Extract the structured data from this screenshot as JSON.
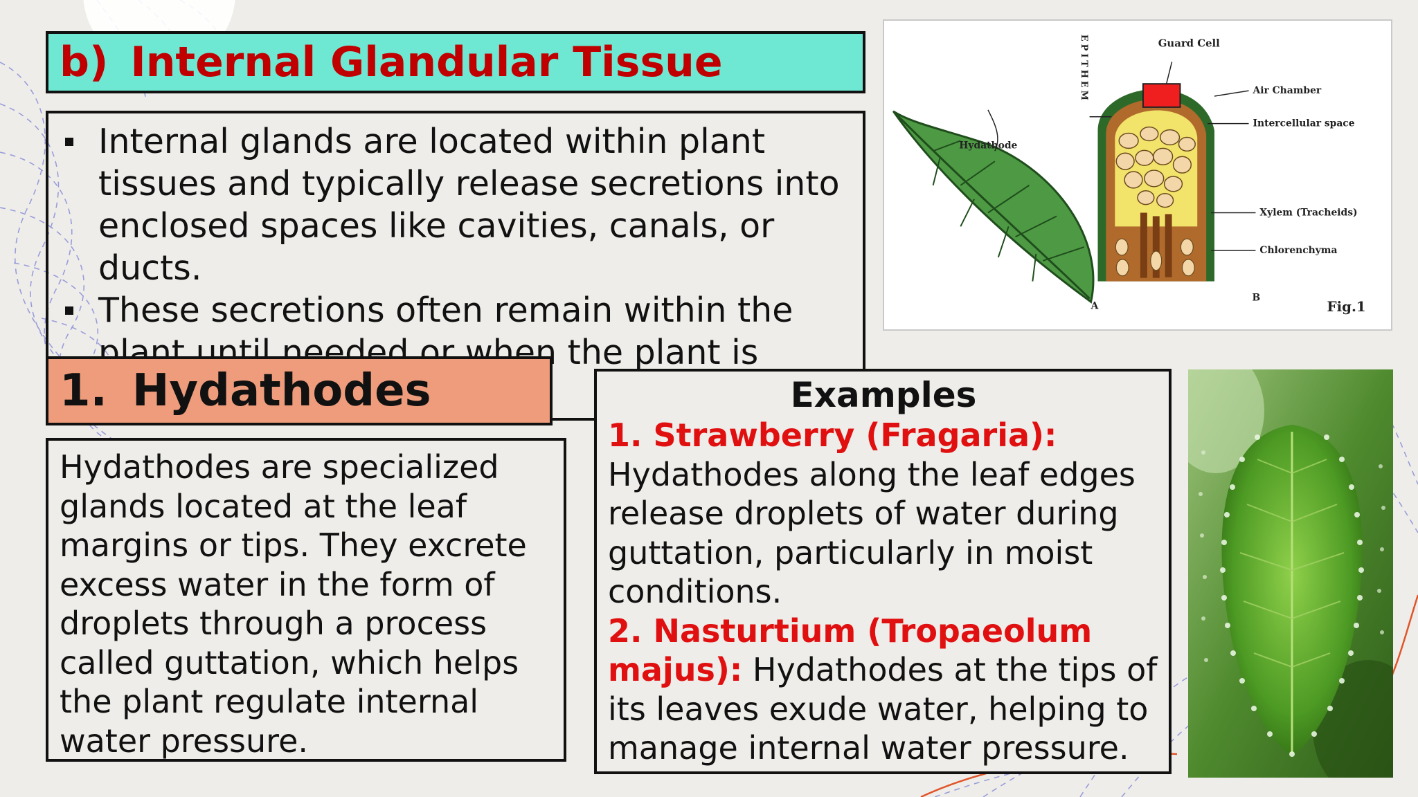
{
  "slide": {
    "title": {
      "number": "b)",
      "text": "Internal Glandular Tissue"
    },
    "intro_bullets": [
      "Internal glands are located within plant tissues and typically release secretions into enclosed spaces like cavities, canals, or ducts.",
      "These secretions often remain within the plant until needed or when the plant is"
    ],
    "section": {
      "number": "1.",
      "text": "Hydathodes"
    },
    "description": "Hydathodes are specialized glands located at the leaf margins or tips. They excrete excess water in the form of droplets through a process called guttation, which helps the plant regulate internal water pressure.",
    "examples": {
      "heading": "Examples",
      "items": [
        {
          "name": "1. Strawberry (Fragaria):",
          "text": "Hydathodes along the leaf edges release droplets of water during guttation, particularly in moist conditions."
        },
        {
          "name": "2.  Nasturtium (Tropaeolum majus):",
          "text": "Hydathodes at the tips of its leaves exude water, helping to manage internal water pressure."
        }
      ]
    }
  },
  "figure": {
    "labels": {
      "epithem": "EPITHEM",
      "guard_cell": "Guard Cell",
      "air_chamber": "Air Chamber",
      "intercellular_space": "Intercellular space",
      "hydathode": "Hydathode",
      "xylem": "Xylem (Tracheids)",
      "chlorenchyma": "Chlorenchyma",
      "panel_a": "A",
      "panel_b": "B",
      "fig_caption": "Fig.1"
    }
  },
  "colors": {
    "title_bg": "#6ee8d3",
    "title_text": "#c00000",
    "section_bg": "#ee9c7c",
    "example_name": "#e01010",
    "slide_bg": "#efede9",
    "accent_line": "#e0552a"
  },
  "icons": [
    "bullet-square-icon"
  ]
}
